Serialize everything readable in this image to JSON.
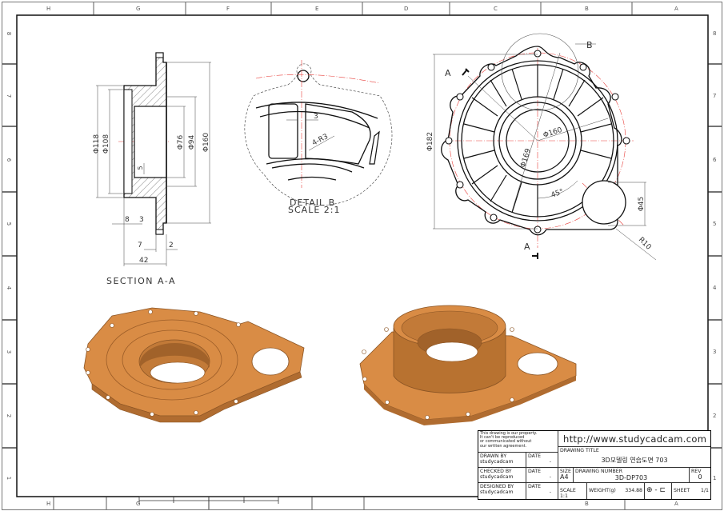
{
  "sheet": {
    "size": "A4",
    "columns_top": [
      "H",
      "G",
      "F",
      "E",
      "D",
      "C",
      "B",
      "A"
    ],
    "columns_bottom": [
      "H",
      "G",
      "B",
      "A"
    ],
    "rows": [
      "8",
      "7",
      "6",
      "5",
      "4",
      "3",
      "2",
      "1"
    ]
  },
  "views": {
    "section": {
      "label": "SECTION A-A",
      "dims": {
        "d118": "Φ118",
        "d108": "Φ108",
        "d76": "Φ76",
        "d94": "Φ94",
        "d160": "Φ160",
        "d5": "5",
        "d8": "8",
        "d3": "3",
        "d7": "7",
        "d2": "2",
        "d42": "42"
      }
    },
    "detail": {
      "label": "DETAIL B",
      "scale": "SCALE 2:1",
      "dims": {
        "width": "3",
        "radius": "4-R3"
      }
    },
    "front": {
      "section_marker_top": "A",
      "section_marker_bottom": "A",
      "detail_marker": "B",
      "dims": {
        "d182": "Φ182",
        "d160": "Φ160",
        "d169": "Φ169",
        "angle": "45°",
        "d45": "Φ45",
        "r10": "R10"
      }
    },
    "iso_views": [
      "iso-view-top",
      "iso-view-bottom"
    ]
  },
  "title_block": {
    "notice": [
      "This drawing is our property.",
      "It can't be reproduced",
      "or communicated without",
      "our written agreement."
    ],
    "url": "http://www.studycadcam.com",
    "drawing_title_label": "DRAWING TITLE",
    "drawing_title": "3D모델링 연습도면 703",
    "drawn_by_label": "DRAWN BY",
    "drawn_by": "studycadcam",
    "checked_by_label": "CHECKED BY",
    "checked_by": "studycadcam",
    "designed_by_label": "DESIGNED BY",
    "designed_by": "studycadcam",
    "date_label": "DATE",
    "date_value": "-",
    "size_label": "SIZE",
    "size_value": "A4",
    "drawing_number_label": "DRAWING NUMBER",
    "drawing_number": "3D-DP703",
    "rev_label": "REV",
    "rev_value": "0",
    "scale_label": "SCALE",
    "scale_value": "1:1",
    "weight_label": "WEIGHT(g)",
    "weight_value": "334.88",
    "projection_symbol": "⊕ - ⊏",
    "sheet_label": "SHEET",
    "sheet_value": "1/1"
  },
  "colors": {
    "line": "#111111",
    "centerline": "#e8403c",
    "dimension": "#444444",
    "body_orange": "#d98c45",
    "body_dark": "#a9652c",
    "frame": "#333333"
  }
}
